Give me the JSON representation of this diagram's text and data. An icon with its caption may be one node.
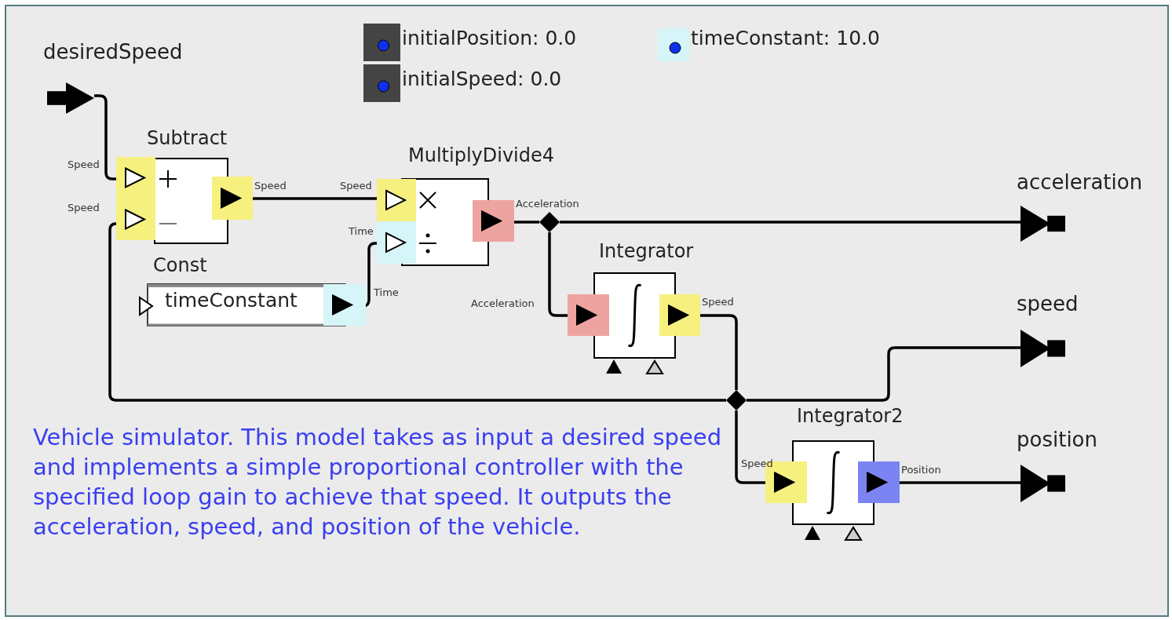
{
  "diagram": {
    "nodes": [
      {
        "text": [
          "desiredSpeed"
        ]
      },
      {
        "text": [
          "Subtract"
        ],
        "beside": [
          "Speed",
          "Speed",
          "Speed"
        ]
      },
      {
        "text": [
          "MultiplyDivide4"
        ],
        "beside": [
          "Speed",
          "Time",
          "Acceleration"
        ]
      },
      {
        "text": [
          "Const",
          "timeConstant"
        ],
        "beside": [
          "Time"
        ]
      },
      {
        "text": [
          "Integrator"
        ],
        "beside": [
          "Acceleration",
          "Speed"
        ]
      },
      {
        "text": [
          "Integrator2"
        ],
        "beside": [
          "Speed",
          "Position"
        ]
      },
      {
        "text": [
          "acceleration"
        ]
      },
      {
        "text": [
          "speed"
        ]
      },
      {
        "text": [
          "position"
        ]
      },
      {
        "text": [],
        "shape": "diamond"
      },
      {
        "text": [],
        "shape": "diamond"
      }
    ],
    "edges": [
      {
        "from": 0,
        "to": 1,
        "arrow": "none"
      },
      {
        "from": 1,
        "to": 2,
        "arrow": "none"
      },
      {
        "from": 3,
        "to": 2,
        "arrow": "none"
      },
      {
        "from": 2,
        "to": 9,
        "arrow": "none"
      },
      {
        "from": 9,
        "to": 6,
        "arrow": "none"
      },
      {
        "from": 9,
        "to": 4,
        "arrow": "none"
      },
      {
        "from": 4,
        "to": 10,
        "arrow": "none"
      },
      {
        "from": 10,
        "to": 7,
        "arrow": "none"
      },
      {
        "from": 10,
        "to": 5,
        "arrow": "none"
      },
      {
        "from": 10,
        "to": 1,
        "arrow": "none"
      },
      {
        "from": 5,
        "to": 8,
        "arrow": "none"
      }
    ],
    "labels": [
      "initialPosition: 0.0",
      "initialSpeed: 0.0",
      "timeConstant: 10.0",
      "Vehicle simulator. This model takes as input a desired speed and implements a simple proportional controller with the specified loop gain to achieve that speed. It outputs the acceleration, speed, and position of the vehicle."
    ]
  }
}
